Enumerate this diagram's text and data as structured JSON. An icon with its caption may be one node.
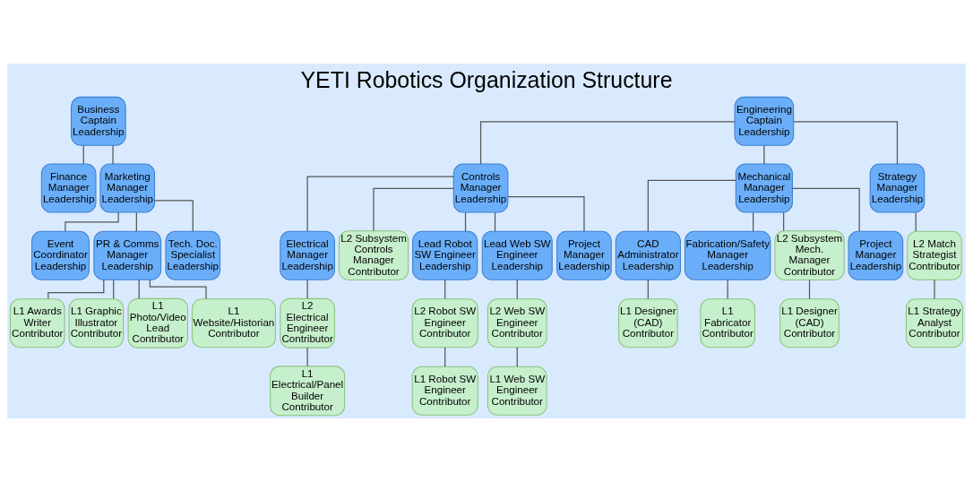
{
  "diagram": {
    "title": "YETI Robotics Organization Structure",
    "nodes": [
      {
        "text": [
          "Business Captain",
          "Leadership"
        ]
      },
      {
        "text": [
          "Engineering Captain",
          "Leadership"
        ]
      },
      {
        "text": [
          "Finance Manager",
          "Leadership"
        ]
      },
      {
        "text": [
          "Marketing Manager",
          "Leadership"
        ]
      },
      {
        "text": [
          "Controls Manager",
          "Leadership"
        ]
      },
      {
        "text": [
          "Mechanical Manager",
          "Leadership"
        ]
      },
      {
        "text": [
          "Strategy Manager",
          "Leadership"
        ]
      },
      {
        "text": [
          "Event Coordinator",
          "Leadership"
        ]
      },
      {
        "text": [
          "PR & Comms Manager",
          "Leadership"
        ]
      },
      {
        "text": [
          "Tech. Doc. Specialist",
          "Leadership"
        ]
      },
      {
        "text": [
          "Electrical Manager",
          "Leadership"
        ]
      },
      {
        "text": [
          "L2 Subsystem Controls Manager",
          "Contributor"
        ]
      },
      {
        "text": [
          "Lead Robot SW Engineer",
          "Leadership"
        ]
      },
      {
        "text": [
          "Lead Web SW Engineer",
          "Leadership"
        ]
      },
      {
        "text": [
          "Project Manager",
          "Leadership"
        ]
      },
      {
        "text": [
          "CAD Administrator",
          "Leadership"
        ]
      },
      {
        "text": [
          "Fabrication/Safety Manager",
          "Leadership"
        ]
      },
      {
        "text": [
          "L2 Subsystem Mech. Manager",
          "Contributor"
        ]
      },
      {
        "text": [
          "Project Manager",
          "Leadership"
        ]
      },
      {
        "text": [
          "L2 Match Strategist",
          "Contributor"
        ]
      },
      {
        "text": [
          "L1 Awards Writer",
          "Contributor"
        ]
      },
      {
        "text": [
          "L1 Graphic Illustrator",
          "Contributor"
        ]
      },
      {
        "text": [
          "L1 Photo/Video Lead",
          "Contributor"
        ]
      },
      {
        "text": [
          "L1 Website/Historian",
          "Contributor"
        ]
      },
      {
        "text": [
          "L2 Electrical Engineer",
          "Contributor"
        ]
      },
      {
        "text": [
          "L2 Robot SW Engineer",
          "Contributor"
        ]
      },
      {
        "text": [
          "L2 Web SW Engineer",
          "Contributor"
        ]
      },
      {
        "text": [
          "L1 Designer (CAD)",
          "Contributor"
        ]
      },
      {
        "text": [
          "L1 Fabricator",
          "Contributor"
        ]
      },
      {
        "text": [
          "L1 Designer (CAD)",
          "Contributor"
        ]
      },
      {
        "text": [
          "L1 Strategy Analyst",
          "Contributor"
        ]
      },
      {
        "text": [
          "L1 Electrical/Panel Builder",
          "Contributor"
        ]
      },
      {
        "text": [
          "L1 Robot SW Engineer",
          "Contributor"
        ]
      },
      {
        "text": [
          "L1 Web SW Engineer",
          "Contributor"
        ]
      }
    ],
    "edges": [
      {
        "from": 0,
        "to": 2,
        "arrow": "none"
      },
      {
        "from": 0,
        "to": 3,
        "arrow": "none"
      },
      {
        "from": 1,
        "to": 4,
        "arrow": "none"
      },
      {
        "from": 1,
        "to": 5,
        "arrow": "none"
      },
      {
        "from": 1,
        "to": 6,
        "arrow": "none"
      },
      {
        "from": 3,
        "to": 7,
        "arrow": "none"
      },
      {
        "from": 3,
        "to": 8,
        "arrow": "none"
      },
      {
        "from": 3,
        "to": 9,
        "arrow": "none"
      },
      {
        "from": 4,
        "to": 10,
        "arrow": "none"
      },
      {
        "from": 4,
        "to": 11,
        "arrow": "none"
      },
      {
        "from": 4,
        "to": 12,
        "arrow": "none"
      },
      {
        "from": 4,
        "to": 13,
        "arrow": "none"
      },
      {
        "from": 4,
        "to": 14,
        "arrow": "none"
      },
      {
        "from": 5,
        "to": 15,
        "arrow": "none"
      },
      {
        "from": 5,
        "to": 16,
        "arrow": "none"
      },
      {
        "from": 5,
        "to": 17,
        "arrow": "none"
      },
      {
        "from": 5,
        "to": 18,
        "arrow": "none"
      },
      {
        "from": 6,
        "to": 19,
        "arrow": "none"
      },
      {
        "from": 8,
        "to": 20,
        "arrow": "none"
      },
      {
        "from": 8,
        "to": 21,
        "arrow": "none"
      },
      {
        "from": 8,
        "to": 22,
        "arrow": "none"
      },
      {
        "from": 8,
        "to": 23,
        "arrow": "none"
      },
      {
        "from": 10,
        "to": 24,
        "arrow": "none"
      },
      {
        "from": 12,
        "to": 25,
        "arrow": "none"
      },
      {
        "from": 13,
        "to": 26,
        "arrow": "none"
      },
      {
        "from": 15,
        "to": 27,
        "arrow": "none"
      },
      {
        "from": 16,
        "to": 28,
        "arrow": "none"
      },
      {
        "from": 17,
        "to": 29,
        "arrow": "none"
      },
      {
        "from": 19,
        "to": 30,
        "arrow": "none"
      },
      {
        "from": 24,
        "to": 31,
        "arrow": "none"
      },
      {
        "from": 25,
        "to": 32,
        "arrow": "none"
      },
      {
        "from": 26,
        "to": 33,
        "arrow": "none"
      }
    ]
  }
}
